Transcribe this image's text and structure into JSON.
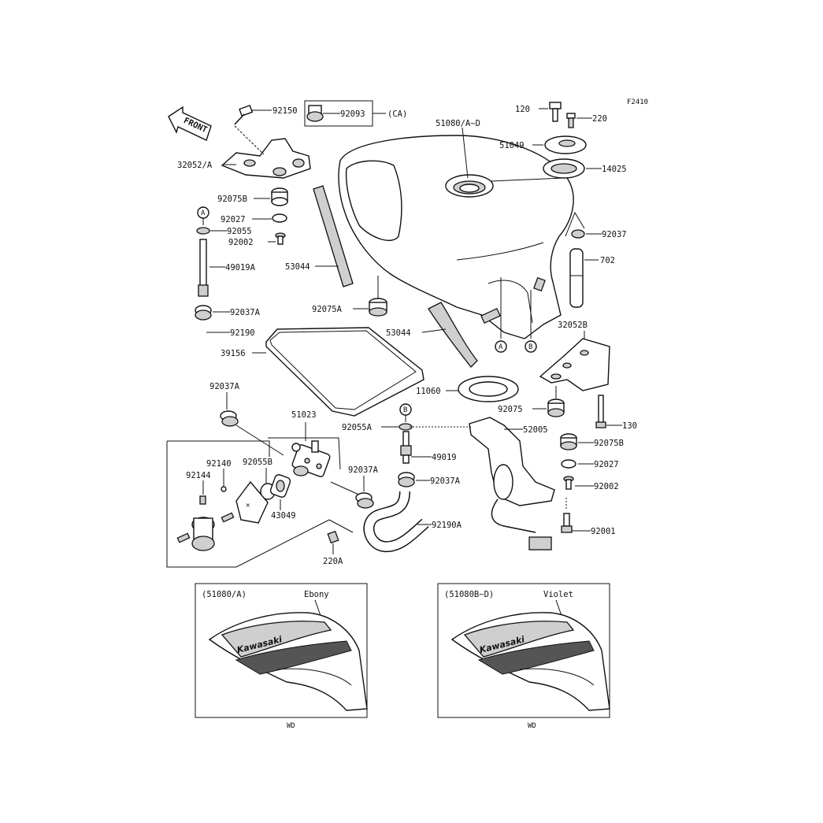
{
  "diagram_code": "F2410",
  "front_label": "FRONT",
  "callouts": {
    "c92150": "92150",
    "c92093": "92093",
    "c_ca": "(CA)",
    "c32052": "32052/A",
    "c92075b": "92075B",
    "c92027_l": "92027",
    "c92055": "92055",
    "c92002_l": "92002",
    "c49019a": "49019A",
    "c53044_l": "53044",
    "c92037a_1": "92037A",
    "c92190": "92190",
    "c39156": "39156",
    "c92037a_2": "92037A",
    "c51023": "51023",
    "c92140": "92140",
    "c92144": "92144",
    "c92055b": "92055B",
    "c43049": "43049",
    "c92037a_3": "92037A",
    "c220a": "220A",
    "c120": "120",
    "c220": "220",
    "c51080": "51080/A~D",
    "c51049": "51049",
    "c14025": "14025",
    "c92037": "92037",
    "c702": "702",
    "c92075a": "92075A",
    "c53044_r": "53044",
    "c32052b": "32052B",
    "c11060": "11060",
    "c92075": "92075",
    "c130": "130",
    "c92055a": "92055A",
    "c52005": "52005",
    "c92075b_r": "92075B",
    "c49019": "49019",
    "c92027_r": "92027",
    "c92037a_4": "92037A",
    "c92002_r": "92002",
    "c92190a": "92190A",
    "c92001": "92001"
  },
  "markers": {
    "A": "A",
    "B": "B"
  },
  "variants": [
    {
      "code": "(51080/A)",
      "color": "Ebony",
      "brand": "Kawasaki",
      "footer": "WD"
    },
    {
      "code": "(51080B~D)",
      "color": "Violet",
      "brand": "Kawasaki",
      "footer": "WD"
    }
  ]
}
